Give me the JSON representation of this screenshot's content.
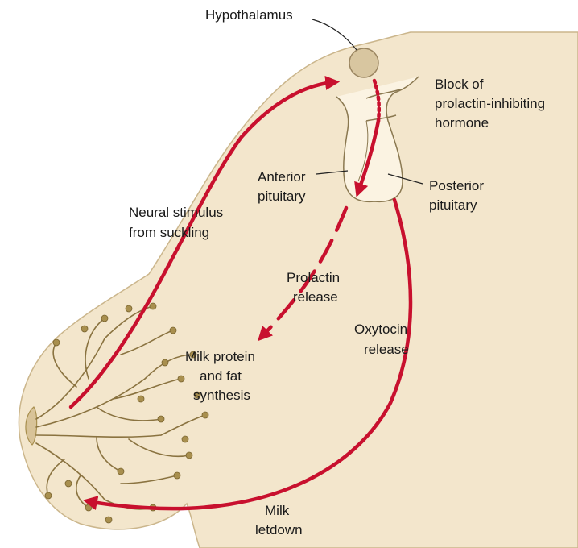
{
  "labels": {
    "hypothalamus": "Hypothalamus",
    "block_line1": "Block of",
    "block_line2": "prolactin-inhibiting",
    "block_line3": "hormone",
    "anterior_line1": "Anterior",
    "anterior_line2": "pituitary",
    "posterior_line1": "Posterior",
    "posterior_line2": "pituitary",
    "neural_line1": "Neural stimulus",
    "neural_line2": "from suckling",
    "prolactin_line1": "Prolactin",
    "prolactin_line2": "release",
    "synthesis_line1": "Milk protein",
    "synthesis_line2": "and fat",
    "synthesis_line3": "synthesis",
    "oxytocin_line1": "Oxytocin",
    "oxytocin_line2": "release",
    "letdown_line1": "Milk",
    "letdown_line2": "letdown"
  },
  "colors": {
    "skin": "#f3e6cc",
    "arrow": "#c8102e",
    "gland": "#a88f4e"
  }
}
